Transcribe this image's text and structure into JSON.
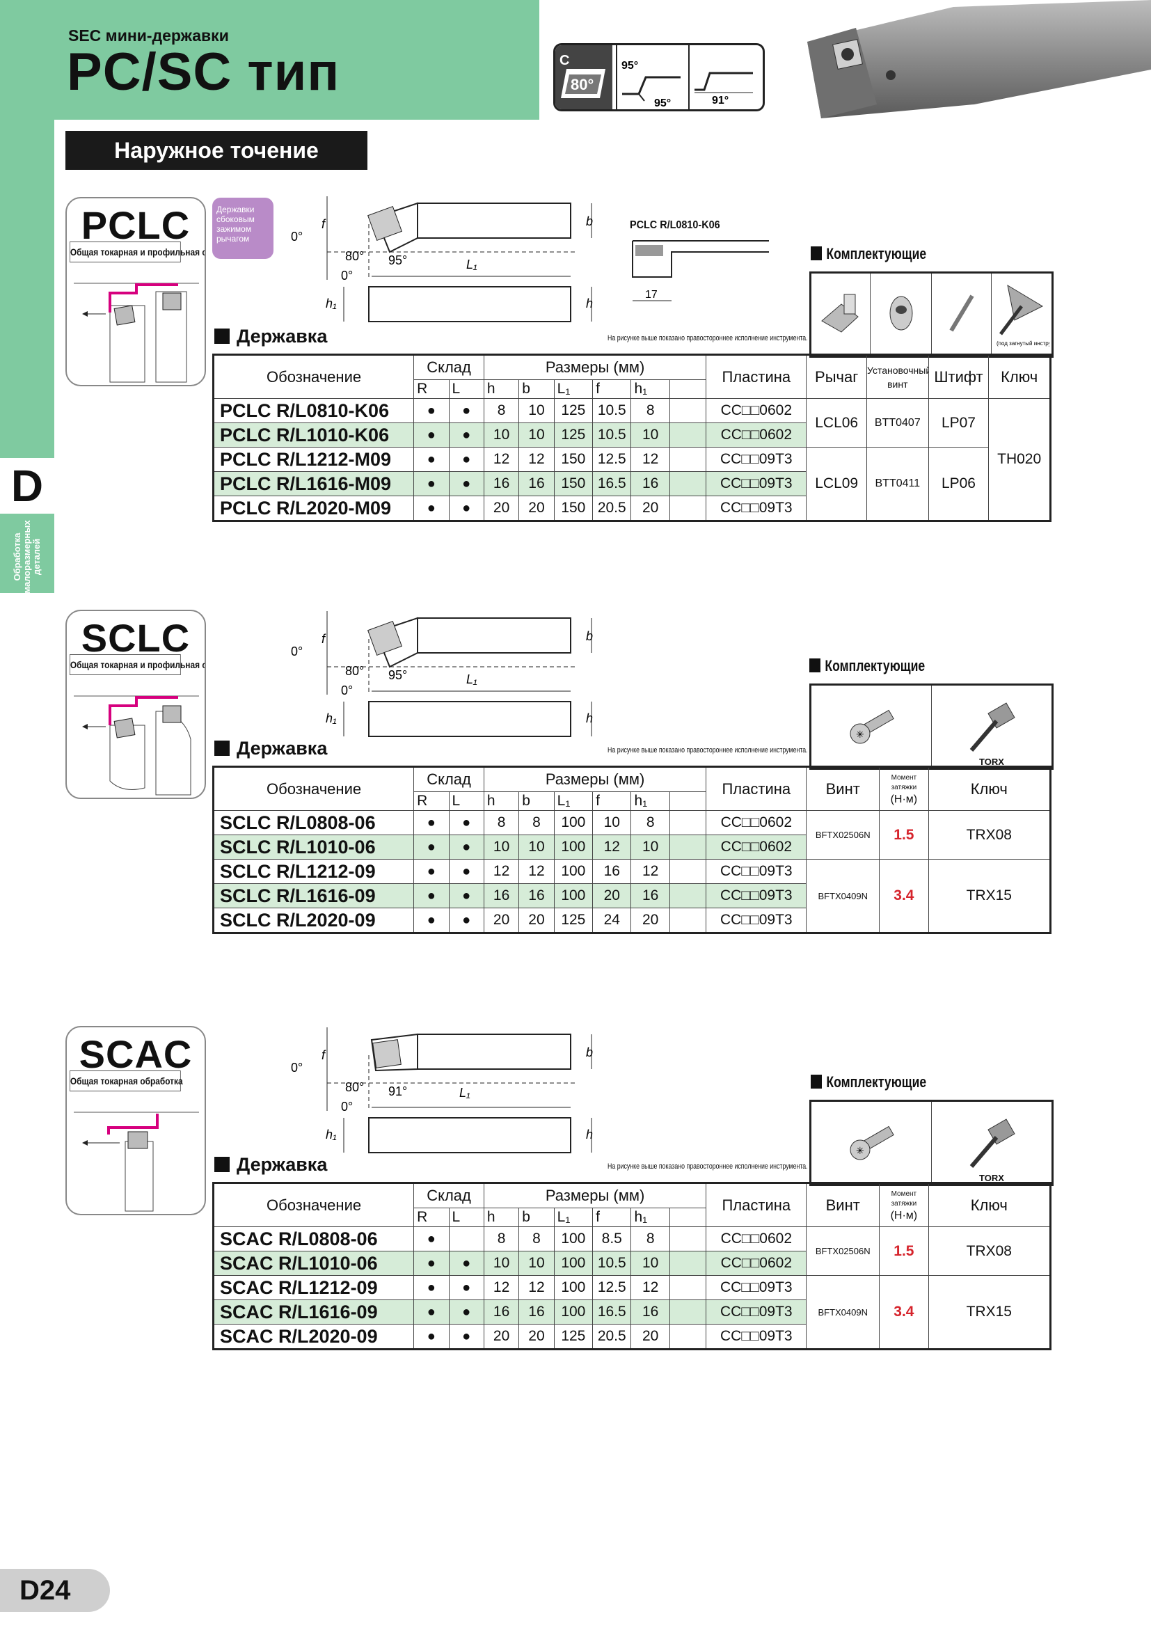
{
  "header": {
    "brand": "SEC мини-державки",
    "title": "PC/SC тип",
    "insert_angle": "80°",
    "angle_a1": "95°",
    "angle_a2": "95°",
    "angle_b": "91°",
    "shape_letter": "C"
  },
  "side": {
    "section": "D",
    "label_line1": "Обработка",
    "label_line2": "малоразмерных",
    "label_line3": "деталей"
  },
  "operation": "Наружное точение",
  "page_number": "D24",
  "sections": [
    {
      "code": "PCLC",
      "subtitle": "Общая токарная и профильная обработка",
      "pink": "Державки сбоковым зажимом рычагом",
      "holder_title": "Державка",
      "note": "На рисунке выше показано правостороннее исполнение инструмента.",
      "detail_label": "PCLC R/L0810-K06",
      "detail_dim": "17",
      "dim_labels": {
        "zero": "0°",
        "eighty": "80°",
        "ang": "95°",
        "L1": "L₁",
        "f": "f",
        "b": "b",
        "h": "h",
        "h1": "h₁"
      },
      "acc_title": "Комплектующие",
      "acc_key_caption": "(под загнутый инструмент)",
      "headers": {
        "designation": "Обозначение",
        "stock": "Склад",
        "R": "R",
        "L": "L",
        "dims": "Размеры (мм)",
        "h": "h",
        "b": "b",
        "L1": "L₁",
        "f": "f",
        "h1": "h₁",
        "insert": "Пластина",
        "c1": "Рычаг",
        "c2": "Установочный винт",
        "c3": "Штифт",
        "c4": "Ключ"
      },
      "rows": [
        {
          "code": "PCLC R/L0810-K06",
          "R": "●",
          "L": "●",
          "h": "8",
          "b": "10",
          "L1": "125",
          "f": "10.5",
          "h1": "8",
          "insert": "CC□□0602"
        },
        {
          "code": "PCLC R/L1010-K06",
          "R": "●",
          "L": "●",
          "h": "10",
          "b": "10",
          "L1": "125",
          "f": "10.5",
          "h1": "10",
          "insert": "CC□□0602"
        },
        {
          "code": "PCLC R/L1212-M09",
          "R": "●",
          "L": "●",
          "h": "12",
          "b": "12",
          "L1": "150",
          "f": "12.5",
          "h1": "12",
          "insert": "CC□□09T3"
        },
        {
          "code": "PCLC R/L1616-M09",
          "R": "●",
          "L": "●",
          "h": "16",
          "b": "16",
          "L1": "150",
          "f": "16.5",
          "h1": "16",
          "insert": "CC□□09T3"
        },
        {
          "code": "PCLC R/L2020-M09",
          "R": "●",
          "L": "●",
          "h": "20",
          "b": "20",
          "L1": "150",
          "f": "20.5",
          "h1": "20",
          "insert": "CC□□09T3"
        }
      ],
      "acc": {
        "lever1": "LCL06",
        "screw1": "BTT0407",
        "pin1": "LP07",
        "key": "TH020",
        "lever2": "LCL09",
        "screw2": "BTT0411",
        "pin2": "LP06"
      }
    },
    {
      "code": "SCLC",
      "subtitle": "Общая токарная и профильная обработка",
      "holder_title": "Державка",
      "note": "На рисунке выше показано правостороннее исполнение инструмента.",
      "dim_labels": {
        "zero": "0°",
        "eighty": "80°",
        "ang": "95°",
        "L1": "L₁",
        "f": "f",
        "b": "b",
        "h": "h",
        "h1": "h₁"
      },
      "acc_title": "Комплектующие",
      "torx": "TORX",
      "headers": {
        "designation": "Обозначение",
        "stock": "Склад",
        "R": "R",
        "L": "L",
        "dims": "Размеры (мм)",
        "h": "h",
        "b": "b",
        "L1": "L₁",
        "f": "f",
        "h1": "h₁",
        "insert": "Пластина",
        "screw": "Винт",
        "torque": "Момент затяжки",
        "torque_unit": "(Н·м)",
        "key": "Ключ"
      },
      "rows": [
        {
          "code": "SCLC R/L0808-06",
          "R": "●",
          "L": "●",
          "h": "8",
          "b": "8",
          "L1": "100",
          "f": "10",
          "h1": "8",
          "insert": "CC□□0602"
        },
        {
          "code": "SCLC R/L1010-06",
          "R": "●",
          "L": "●",
          "h": "10",
          "b": "10",
          "L1": "100",
          "f": "12",
          "h1": "10",
          "insert": "CC□□0602"
        },
        {
          "code": "SCLC R/L1212-09",
          "R": "●",
          "L": "●",
          "h": "12",
          "b": "12",
          "L1": "100",
          "f": "16",
          "h1": "12",
          "insert": "CC□□09T3"
        },
        {
          "code": "SCLC R/L1616-09",
          "R": "●",
          "L": "●",
          "h": "16",
          "b": "16",
          "L1": "100",
          "f": "20",
          "h1": "16",
          "insert": "CC□□09T3"
        },
        {
          "code": "SCLC R/L2020-09",
          "R": "●",
          "L": "●",
          "h": "20",
          "b": "20",
          "L1": "125",
          "f": "24",
          "h1": "20",
          "insert": "CC□□09T3"
        }
      ],
      "acc": {
        "screw1": "BFTX02506N",
        "torque1": "1.5",
        "key1": "TRX08",
        "screw2": "BFTX0409N",
        "torque2": "3.4",
        "key2": "TRX15"
      }
    },
    {
      "code": "SCAC",
      "subtitle": "Общая токарная обработка",
      "holder_title": "Державка",
      "note": "На рисунке выше показано правостороннее исполнение инструмента.",
      "dim_labels": {
        "zero": "0°",
        "eighty": "80°",
        "ang": "91°",
        "L1": "L₁",
        "f": "f",
        "b": "b",
        "h": "h",
        "h1": "h₁"
      },
      "acc_title": "Комплектующие",
      "torx": "TORX",
      "headers": {
        "designation": "Обозначение",
        "stock": "Склад",
        "R": "R",
        "L": "L",
        "dims": "Размеры (мм)",
        "h": "h",
        "b": "b",
        "L1": "L₁",
        "f": "f",
        "h1": "h₁",
        "insert": "Пластина",
        "screw": "Винт",
        "torque": "Момент затяжки",
        "torque_unit": "(Н·м)",
        "key": "Ключ"
      },
      "rows": [
        {
          "code": "SCAC R/L0808-06",
          "R": "●",
          "L": "",
          "h": "8",
          "b": "8",
          "L1": "100",
          "f": "8.5",
          "h1": "8",
          "insert": "CC□□0602"
        },
        {
          "code": "SCAC R/L1010-06",
          "R": "●",
          "L": "●",
          "h": "10",
          "b": "10",
          "L1": "100",
          "f": "10.5",
          "h1": "10",
          "insert": "CC□□0602"
        },
        {
          "code": "SCAC R/L1212-09",
          "R": "●",
          "L": "●",
          "h": "12",
          "b": "12",
          "L1": "100",
          "f": "12.5",
          "h1": "12",
          "insert": "CC□□09T3"
        },
        {
          "code": "SCAC R/L1616-09",
          "R": "●",
          "L": "●",
          "h": "16",
          "b": "16",
          "L1": "100",
          "f": "16.5",
          "h1": "16",
          "insert": "CC□□09T3"
        },
        {
          "code": "SCAC R/L2020-09",
          "R": "●",
          "L": "●",
          "h": "20",
          "b": "20",
          "L1": "125",
          "f": "20.5",
          "h1": "20",
          "insert": "CC□□09T3"
        }
      ],
      "acc": {
        "screw1": "BFTX02506N",
        "torque1": "1.5",
        "key1": "TRX08",
        "screw2": "BFTX0409N",
        "torque2": "3.4",
        "key2": "TRX15"
      }
    }
  ]
}
